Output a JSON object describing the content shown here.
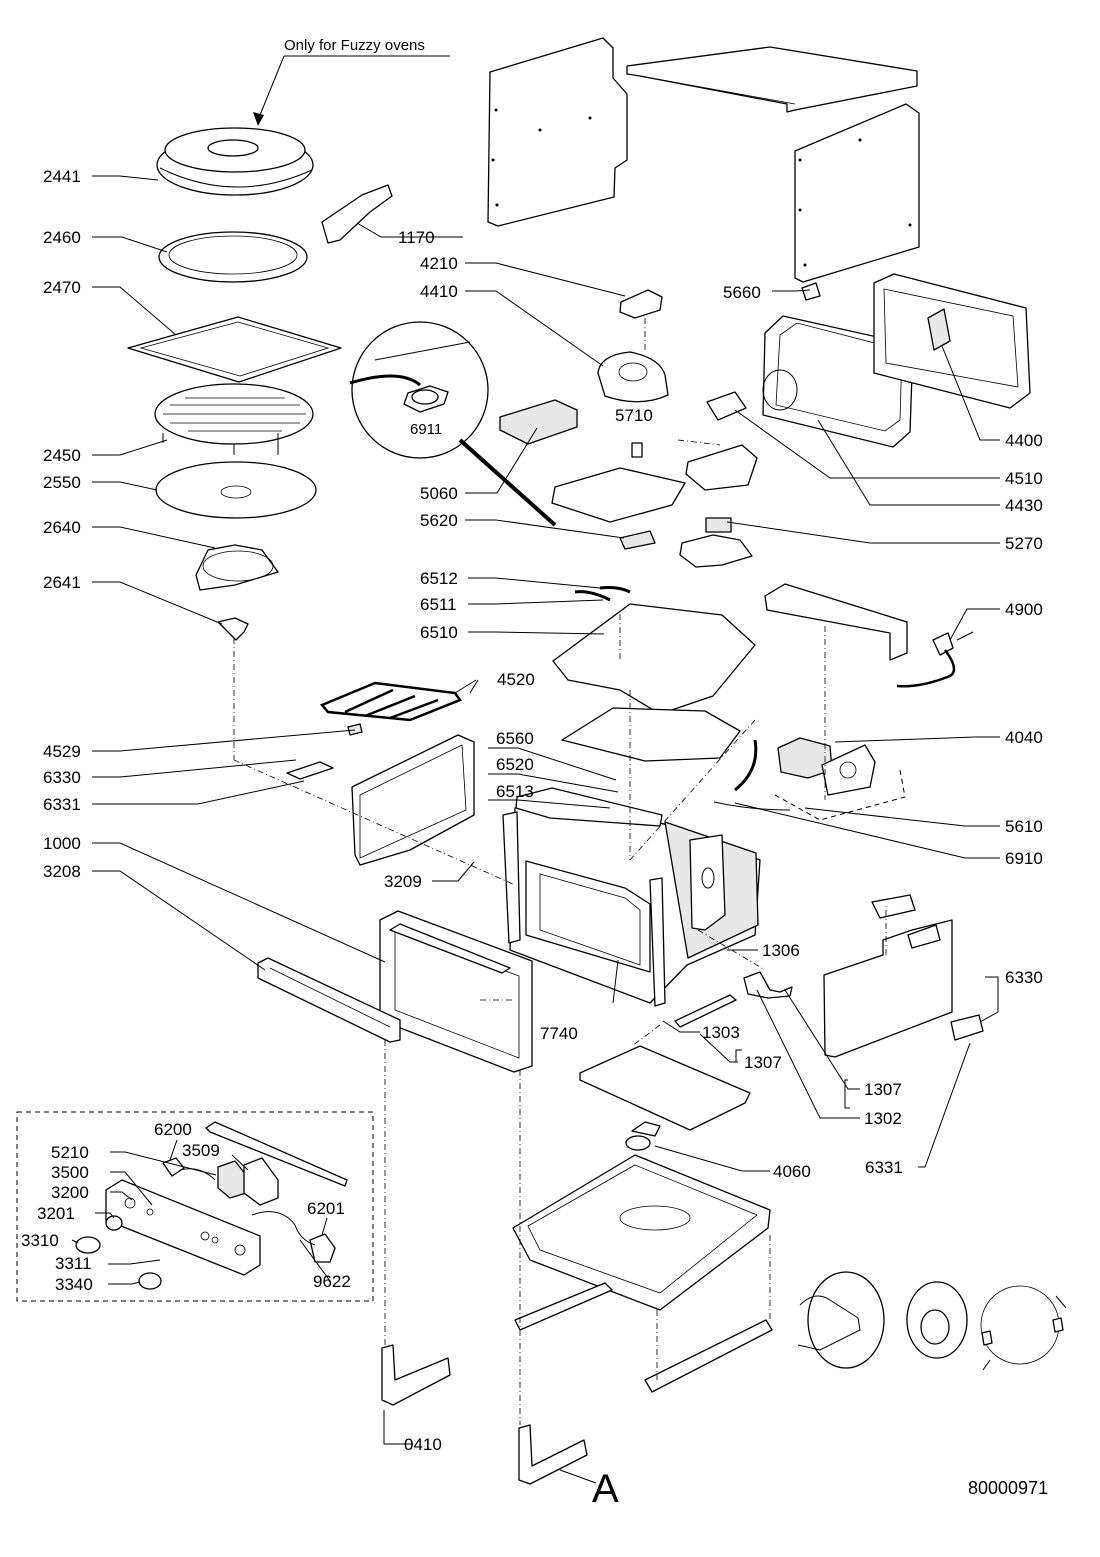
{
  "note": "Only for Fuzzy ovens",
  "view_marker": "A",
  "drawing_number": "80000971",
  "callouts": {
    "c2441": "2441",
    "c2460": "2460",
    "c2470": "2470",
    "c2450": "2450",
    "c2550": "2550",
    "c2640": "2640",
    "c2641": "2641",
    "c1170": "1170",
    "c4210": "4210",
    "c4410": "4410",
    "c5660": "5660",
    "c5710": "5710",
    "c6911": "6911",
    "c5060": "5060",
    "c5620": "5620",
    "c4400": "4400",
    "c4510": "4510",
    "c4430": "4430",
    "c5270": "5270",
    "c6512": "6512",
    "c6511": "6511",
    "c6510": "6510",
    "c4900": "4900",
    "c4520": "4520",
    "c4529": "4529",
    "c6330a": "6330",
    "c6331a": "6331",
    "c6560": "6560",
    "c6520": "6520",
    "c6513": "6513",
    "c4040": "4040",
    "c5610": "5610",
    "c6910": "6910",
    "c1000": "1000",
    "c3208": "3208",
    "c3209": "3209",
    "c1306": "1306",
    "c6330b": "6330",
    "c7740": "7740",
    "c1303": "1303",
    "c1307a": "1307",
    "c1307b": "1307",
    "c1302": "1302",
    "c6331b": "6331",
    "c4060": "4060",
    "c6200": "6200",
    "c3509": "3509",
    "c5210": "5210",
    "c3500": "3500",
    "c3200": "3200",
    "c3201": "3201",
    "c6201": "6201",
    "c3310": "3310",
    "c3311": "3311",
    "c3340": "3340",
    "c9622": "9622",
    "c0410": "0410"
  }
}
